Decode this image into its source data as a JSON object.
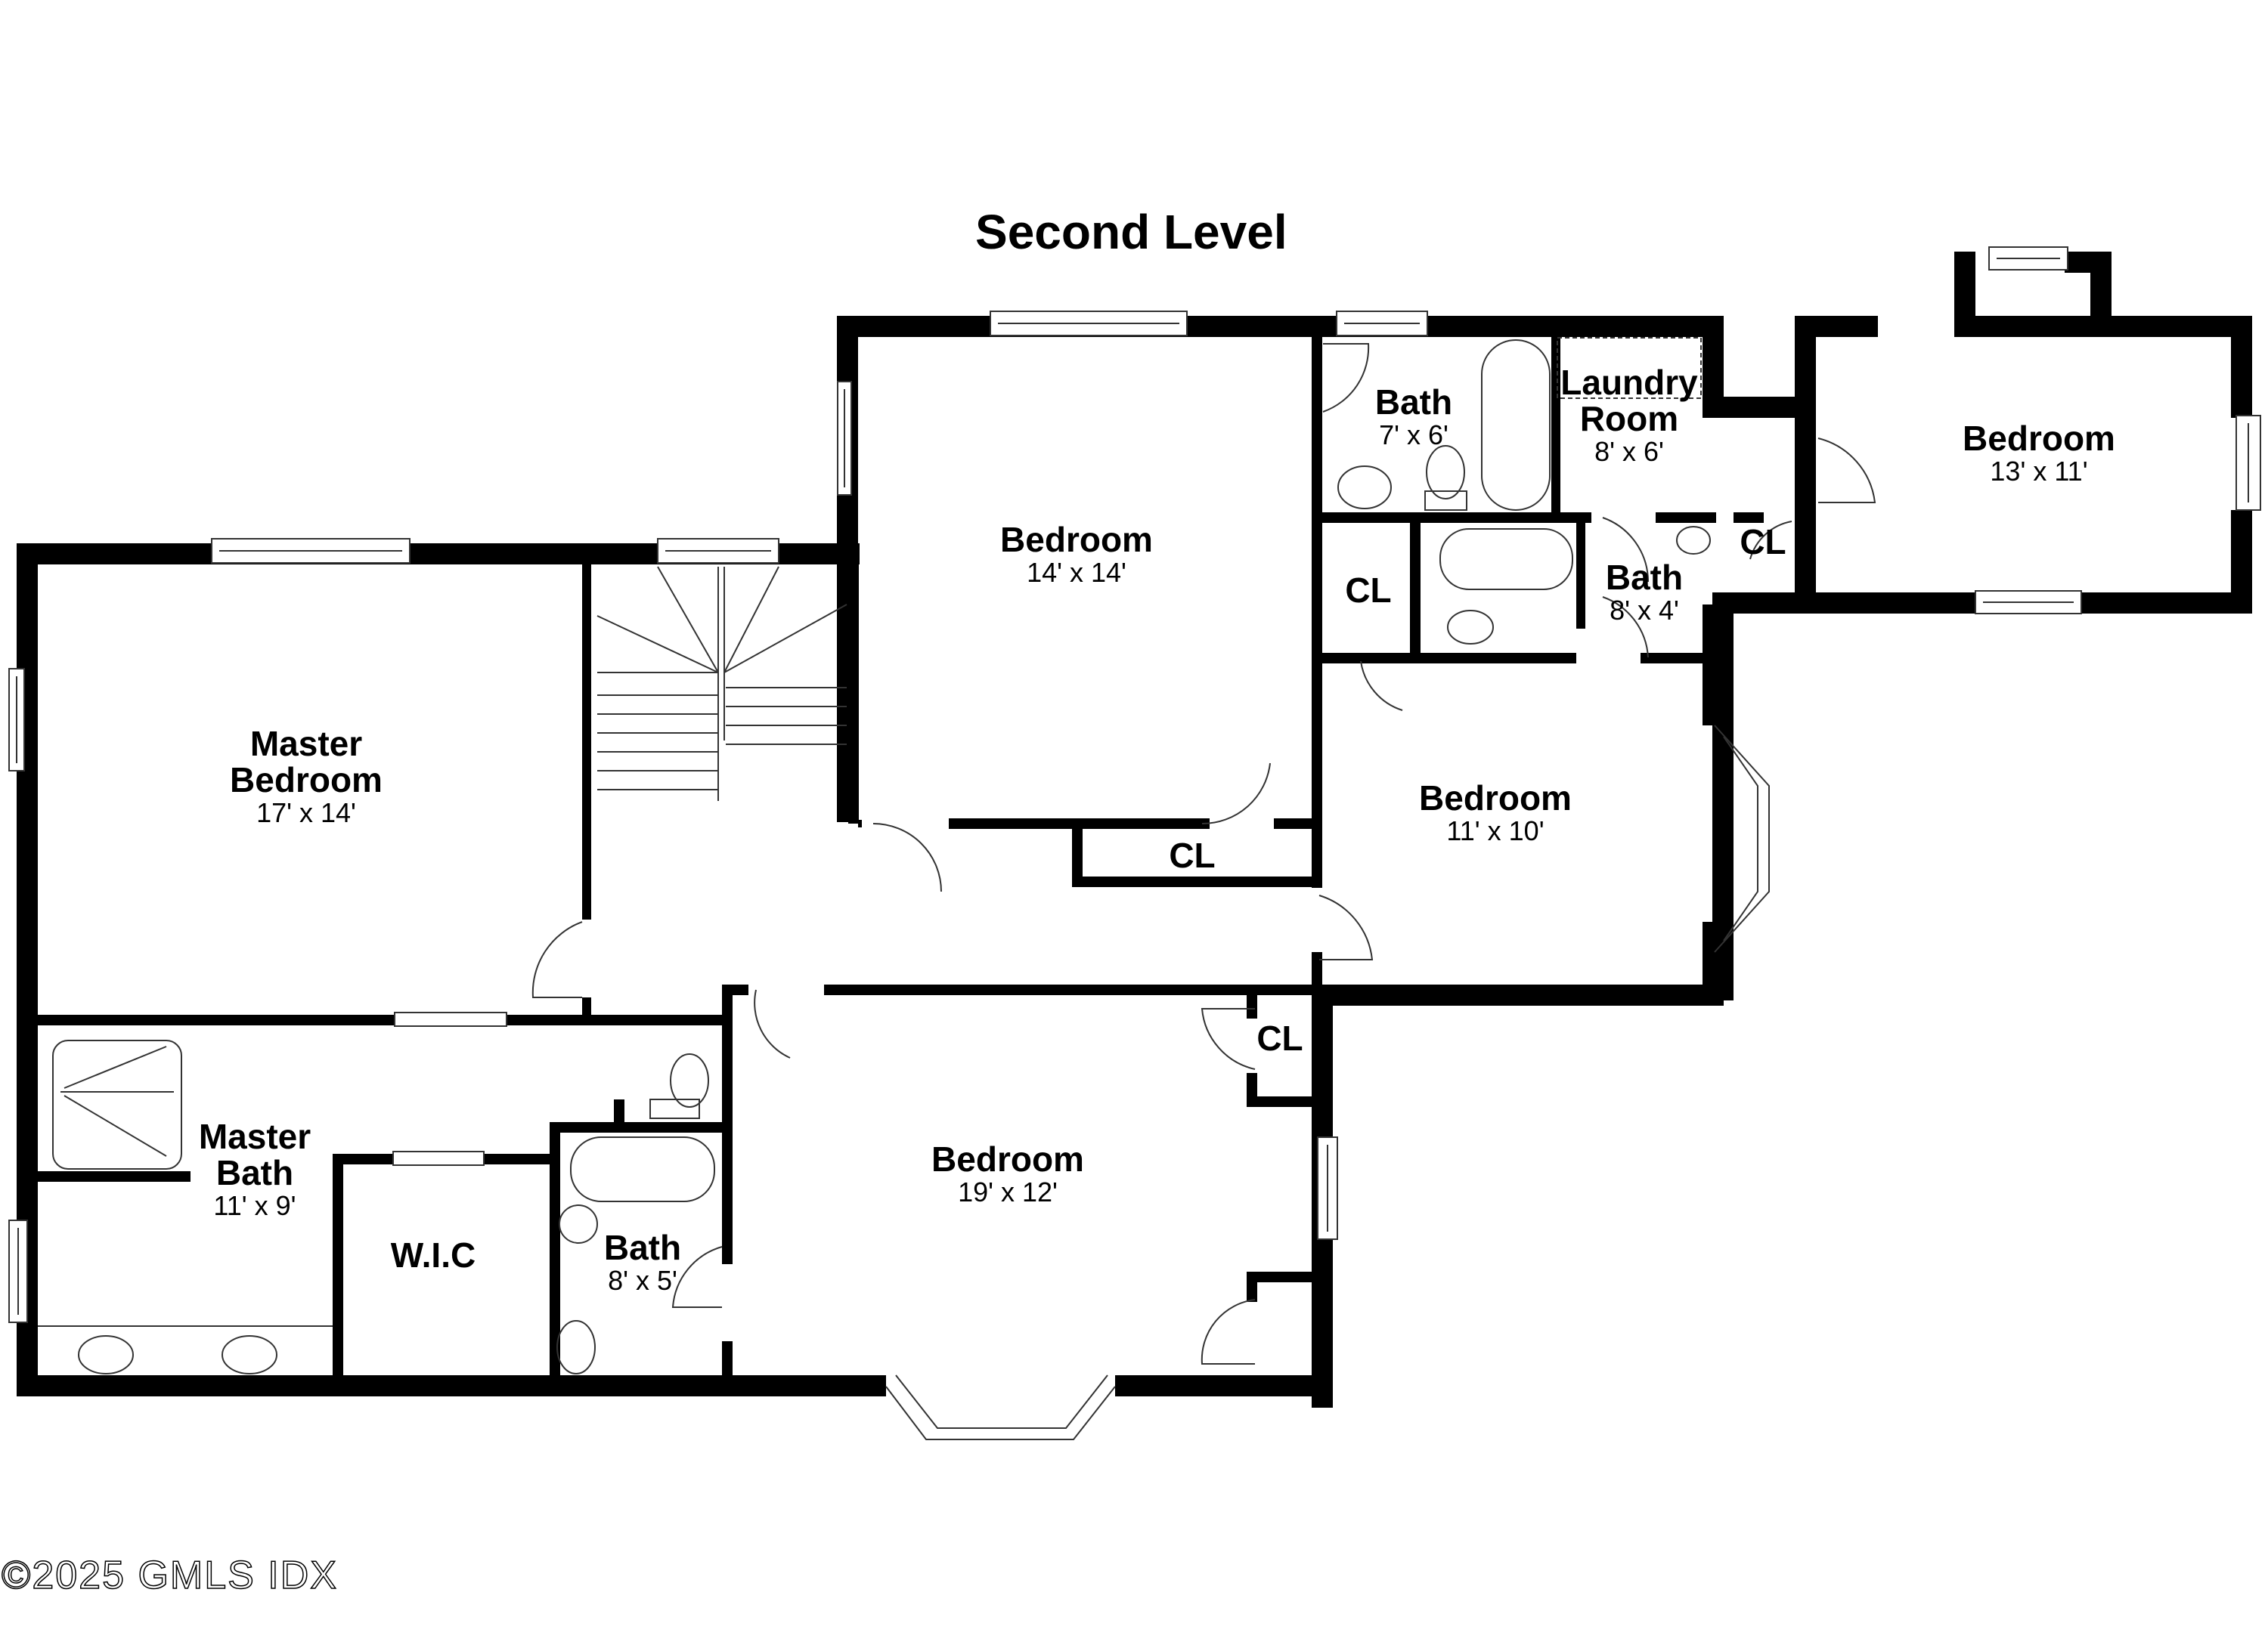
{
  "title": "Second Level",
  "rooms": [
    {
      "id": "master-bedroom",
      "name_line1": "Master",
      "name_line2": "Bedroom",
      "dims": "17' x 14'"
    },
    {
      "id": "bedroom-14x14",
      "name": "Bedroom",
      "dims": "14' x 14'"
    },
    {
      "id": "bath-7x6",
      "name": "Bath",
      "dims": "7' x 6'"
    },
    {
      "id": "laundry-room",
      "name_line1": "Laundry",
      "name_line2": "Room",
      "dims": "8' x 6'"
    },
    {
      "id": "bedroom-13x11",
      "name": "Bedroom",
      "dims": "13' x 11'"
    },
    {
      "id": "bath-8x4",
      "name": "Bath",
      "dims": "8' x 4'"
    },
    {
      "id": "bedroom-11x10",
      "name": "Bedroom",
      "dims": "11' x 10'"
    },
    {
      "id": "master-bath",
      "name_line1": "Master",
      "name_line2": "Bath",
      "dims": "11' x 9'"
    },
    {
      "id": "wic",
      "name": "W.I.C"
    },
    {
      "id": "bath-8x5",
      "name": "Bath",
      "dims": "8' x 5'"
    },
    {
      "id": "bedroom-19x12",
      "name": "Bedroom",
      "dims": "19' x 12'"
    }
  ],
  "closets": [
    {
      "id": "cl-hall",
      "name": "CL"
    },
    {
      "id": "cl-bath",
      "name": "CL"
    },
    {
      "id": "cl-laundry",
      "name": "CL"
    },
    {
      "id": "cl-bedroom-19x12",
      "name": "CL"
    }
  ],
  "copyright": "©2025 GMLS IDX",
  "colors": {
    "wall": "#000000",
    "background": "#ffffff",
    "fixture_line": "#333333"
  }
}
